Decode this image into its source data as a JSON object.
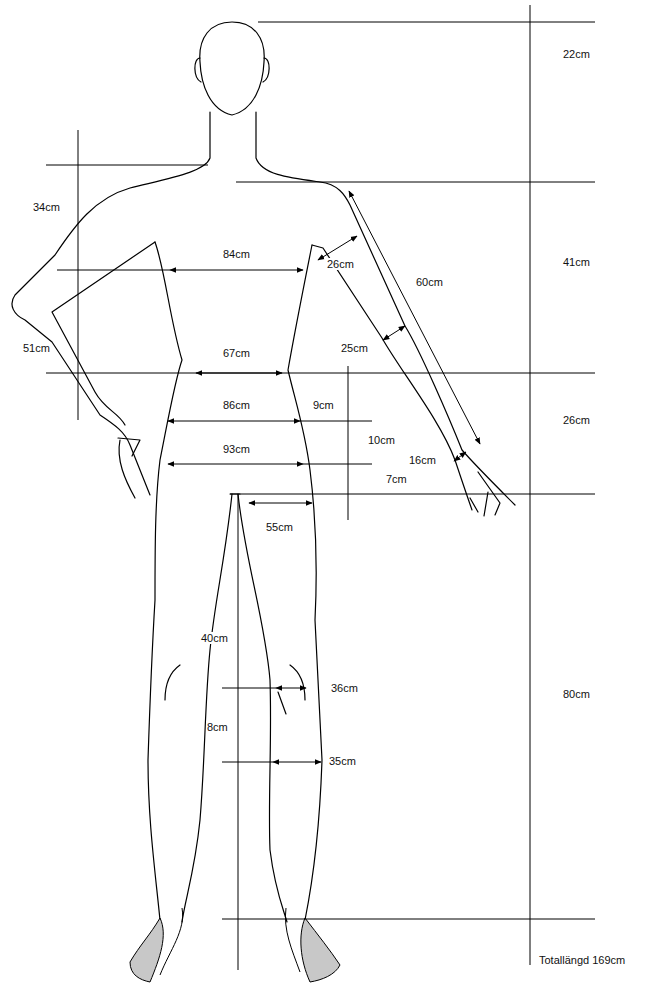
{
  "diagram": {
    "labels": [
      "22cm",
      "34cm",
      "41cm",
      "84cm",
      "26cm",
      "60cm",
      "51cm",
      "25cm",
      "67cm",
      "86cm",
      "9cm",
      "26cm",
      "10cm",
      "93cm",
      "16cm",
      "7cm",
      "55cm",
      "40cm",
      "36cm",
      "80cm",
      "8cm",
      "35cm",
      "Totallängd 169cm"
    ]
  }
}
